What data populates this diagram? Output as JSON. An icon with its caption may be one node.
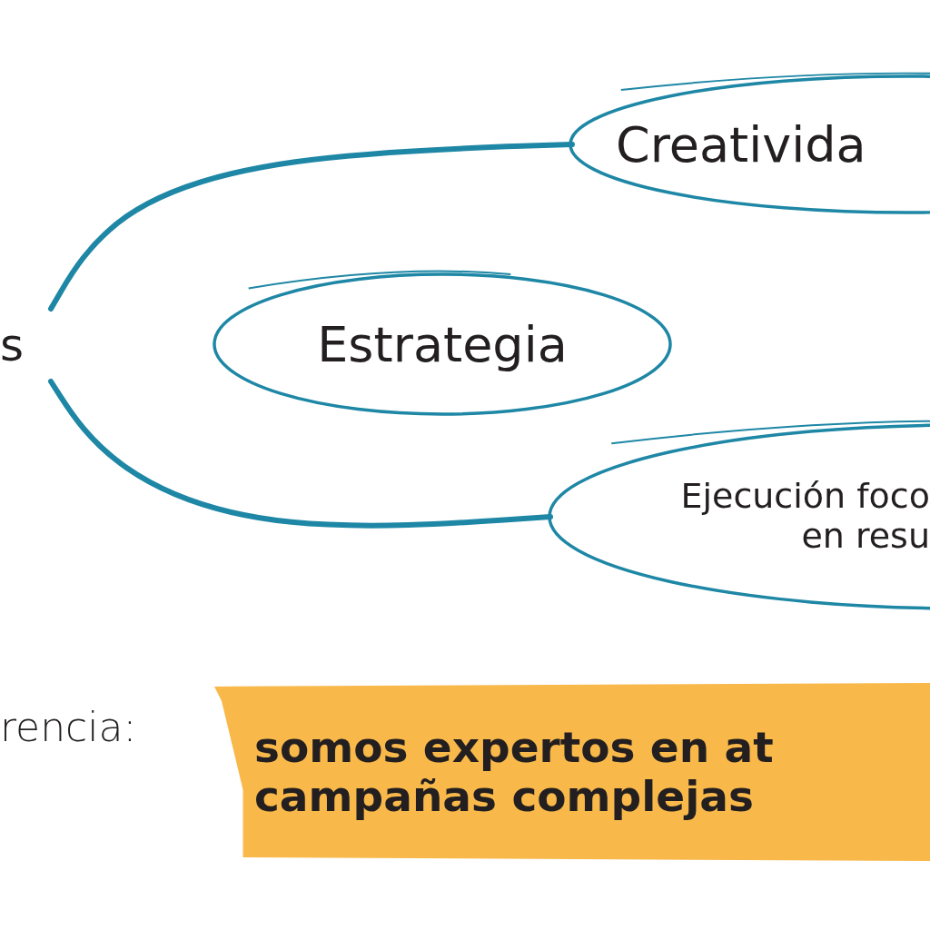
{
  "diagram": {
    "nodes": [
      {
        "text": [
          "s"
        ]
      },
      {
        "text": [
          "Creativida"
        ]
      },
      {
        "text": [
          "Estrategia"
        ]
      },
      {
        "text": [
          "Ejecución foco en resu"
        ]
      },
      {
        "text": [
          "somos expertos en at campañas complejas"
        ]
      }
    ],
    "edges": [
      {
        "from": 0,
        "to": 1,
        "arrow": "none"
      },
      {
        "from": 0,
        "to": 3,
        "arrow": "none"
      }
    ],
    "labels": [
      "rencia:"
    ]
  }
}
